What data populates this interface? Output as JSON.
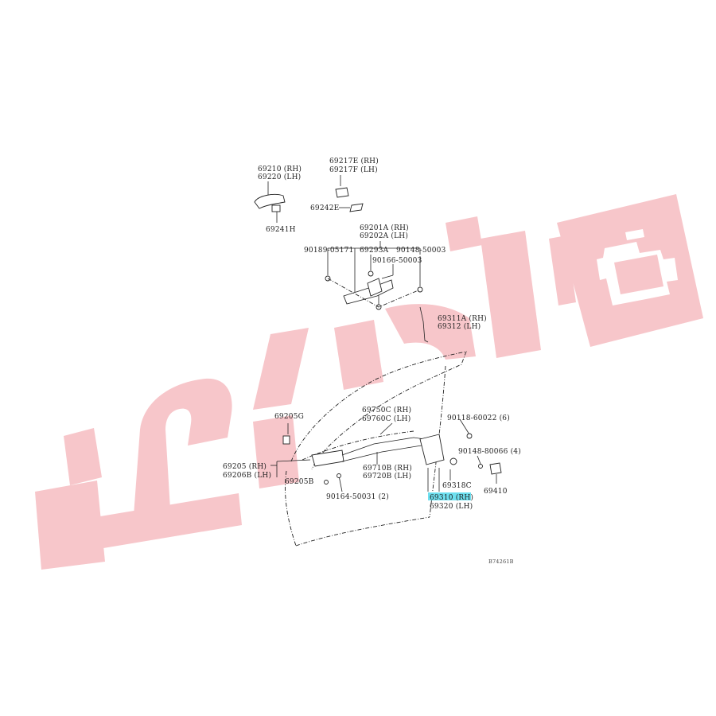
{
  "watermark": {
    "color": "#f7c6ca",
    "icon": "engine-icon"
  },
  "highlight_color": "#6ee0f0",
  "labels": {
    "p69210": "69210 (RH)",
    "p69220": "69220 (LH)",
    "p69217e": "69217E (RH)",
    "p69217f": "69217F (LH)",
    "p69242e": "69242E",
    "p69241h": "69241H",
    "p69201a": "69201A (RH)",
    "p69202a": "69202A (LH)",
    "p90189": "90189-05171",
    "p69293a": "69293A",
    "p90148a": "90148-50003",
    "p90166": "90166-50003",
    "p69311a": "69311A (RH)",
    "p69312": "69312  (LH)",
    "p69205g": "69205G",
    "p69750c": "69750C (RH)",
    "p69760c": "69760C (LH)",
    "p90118": "90118-60022 (6)",
    "p90148b": "90148-80066 (4)",
    "p69205": "69205  (RH)",
    "p69206b": "69206B (LH)",
    "p69205b": "69205B",
    "p69710b": "69710B (RH)",
    "p69720b": "69720B (LH)",
    "p69318c": "69318C",
    "p69410": "69410",
    "p90164": "90164-50031 (2)",
    "p69310": "69310 (RH)",
    "p69320": "69320 (LH)",
    "ref": "B74261B"
  }
}
